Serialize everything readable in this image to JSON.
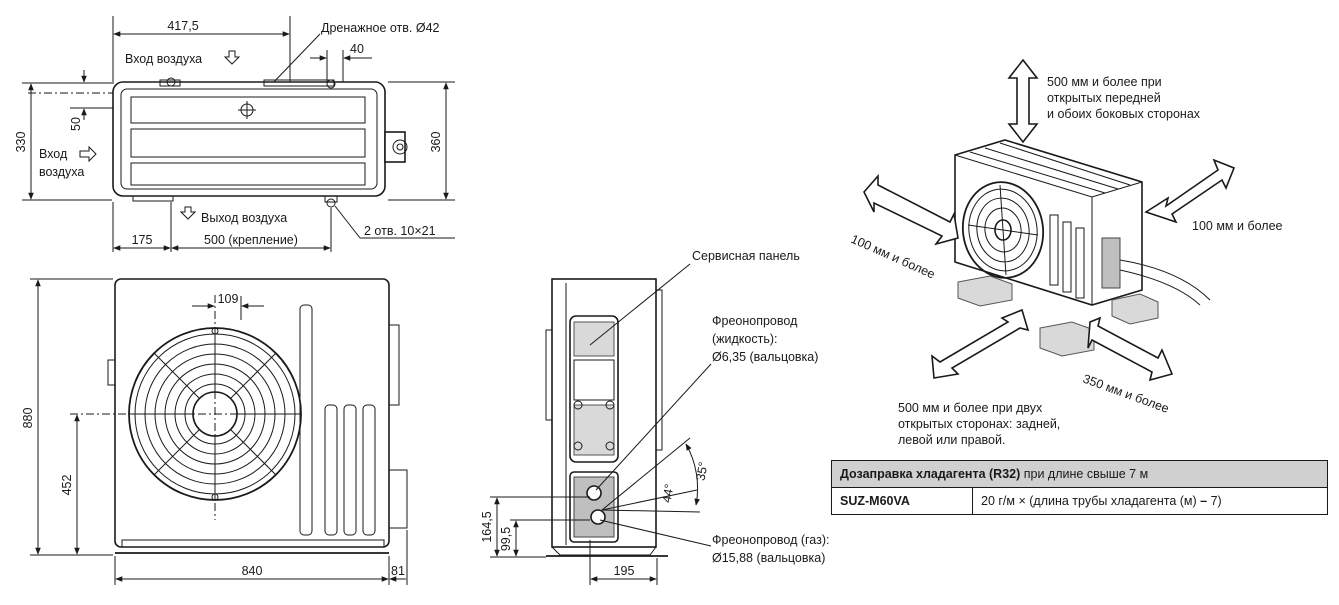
{
  "top_view": {
    "dim_width": "417,5",
    "dim_drain_offset": "40",
    "dim_depth": "330",
    "dim_50": "50",
    "dim_360": "360",
    "dim_175": "175",
    "dim_mount": "500 (крепление)",
    "label_drain": "Дренажное отв. Ø42",
    "label_air_in_top": "Вход воздуха",
    "label_air_in_side_1": "Вход",
    "label_air_in_side_2": "воздуха",
    "label_air_out": "Выход воздуха",
    "label_holes": "2 отв. 10×21"
  },
  "front_view": {
    "dim_109": "109",
    "dim_880": "880",
    "dim_452": "452",
    "dim_840": "840",
    "dim_81": "81"
  },
  "side_view": {
    "label_service_panel": "Сервисная панель",
    "liquid_line_1": "Фреонопровод",
    "liquid_line_2": "(жидкость):",
    "liquid_line_3": "Ø6,35 (вальцовка)",
    "gas_line_1": "Фреонопровод (газ):",
    "gas_line_2": "Ø15,88 (вальцовка)",
    "angle_35": "35°",
    "angle_44": "44°",
    "dim_164_5": "164,5",
    "dim_99_5": "99,5",
    "dim_195": "195"
  },
  "clearance": {
    "top_1": "500 мм  и более при",
    "top_2": "открытых передней",
    "top_3": "и обоих боковых сторонах",
    "right": "100 мм и более",
    "left": "100 мм и более",
    "bottom_right": "350 мм и более",
    "bottom_1": "500 мм и более при двух",
    "bottom_2": "открытых сторонах: задней,",
    "bottom_3": "левой или правой."
  },
  "charge_table": {
    "header_bold": "Дозаправка хладагента (R32)",
    "header_rest": " при длине свыше 7 м",
    "model": "SUZ-M60VA",
    "formula_prefix": "20 г/м × (длина трубы хладагента (м) ",
    "formula_dash": "–",
    "formula_suffix": " 7)"
  }
}
